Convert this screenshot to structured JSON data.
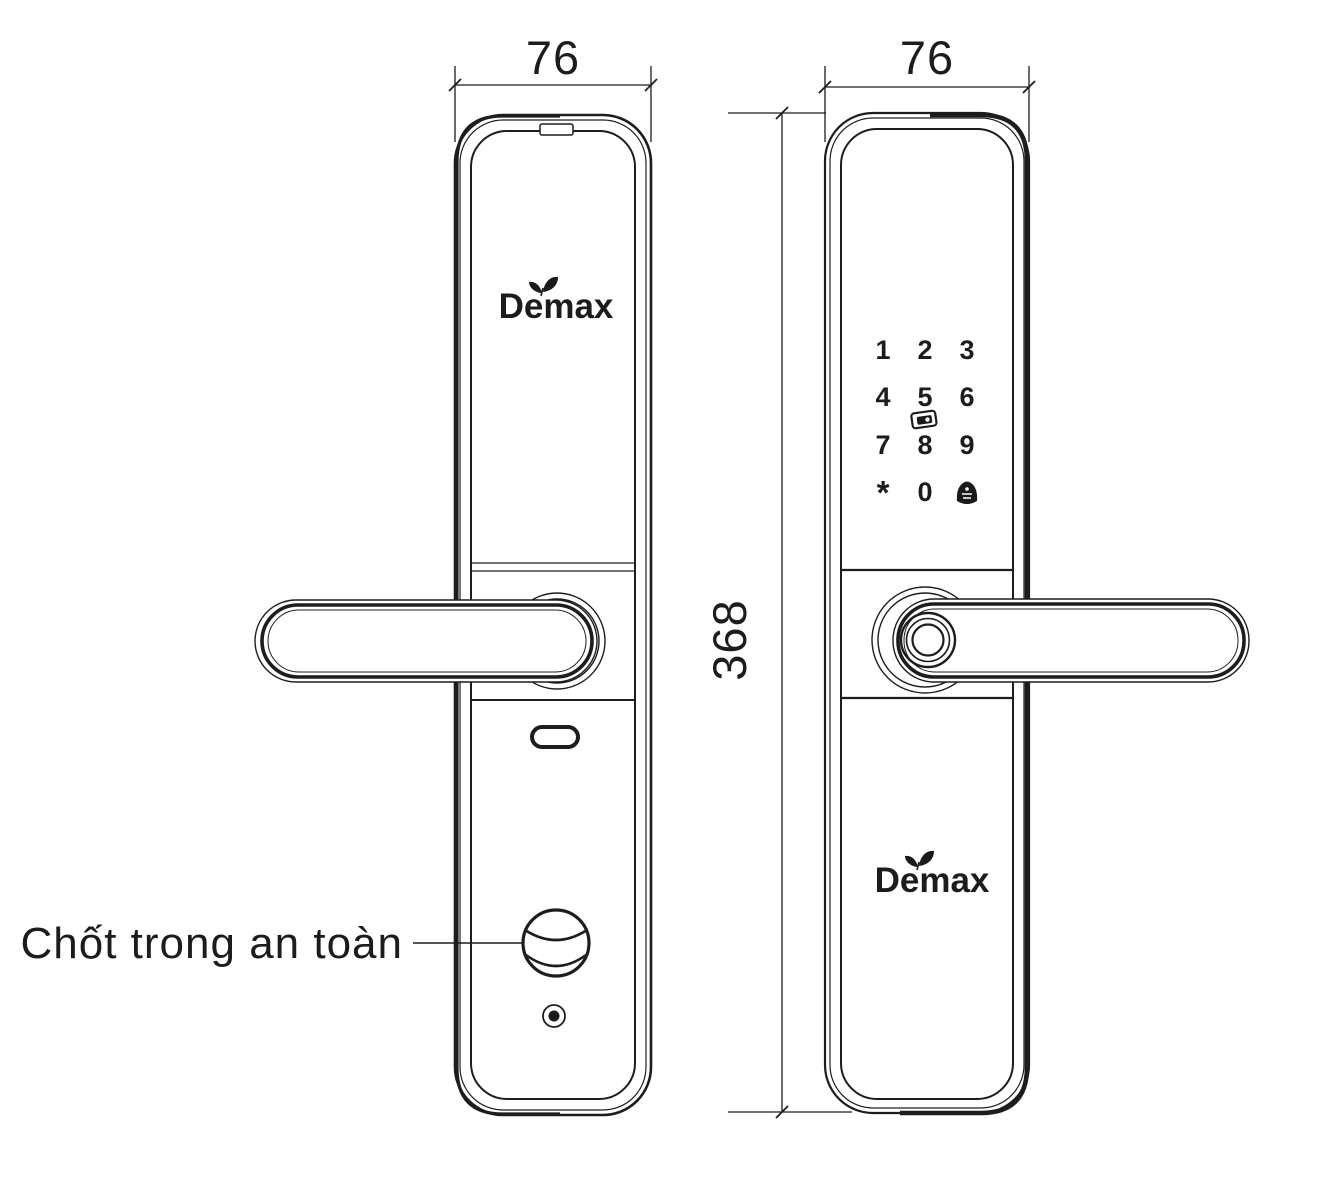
{
  "diagram": {
    "type": "technical-drawing",
    "product": "Demax smart door lock - front and back elevation",
    "views": {
      "front": {
        "brand": "Demax",
        "width_label": "76"
      },
      "back": {
        "brand": "Demax",
        "width_label": "76",
        "height_label": "368"
      }
    },
    "keypad": {
      "keys": [
        "1",
        "2",
        "3",
        "4",
        "5",
        "6",
        "7",
        "8",
        "9",
        "*",
        "0"
      ],
      "icons": [
        "rfid-card-icon",
        "doorbell-icon"
      ]
    },
    "annotation": {
      "safety_latch": "Chốt trong an toàn"
    },
    "icons": [
      "leaf-logo-icon",
      "thumbturn-latch",
      "screw",
      "fingerprint-sensor",
      "keyhole-cover-slot"
    ],
    "colors": {
      "line": "#1d1d1d",
      "background": "#ffffff"
    }
  }
}
